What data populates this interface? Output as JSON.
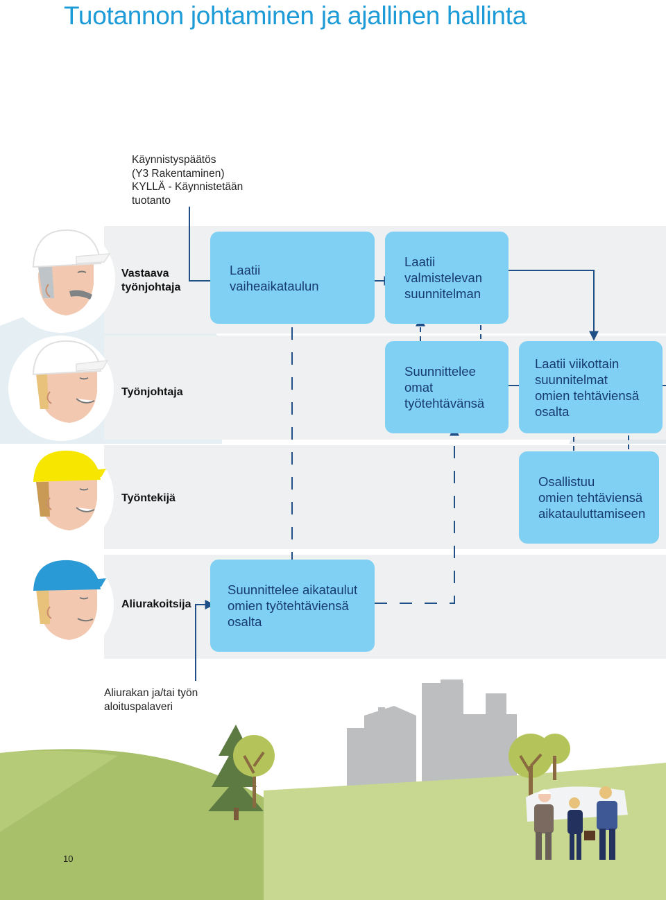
{
  "page": {
    "title": "Tuotannon johtaminen ja ajallinen hallinta",
    "page_number": "10"
  },
  "notes": {
    "start_decision": "Käynnistyspäätös\n(Y3 Rakentaminen)\nKYLLÄ - Käynnistetään\ntuotanto",
    "kickoff_meeting": "Aliurakan ja/tai työn\naloituspalaveri"
  },
  "roles": {
    "site_manager": "Vastaava\ntyönjohtaja",
    "foreman": "Työnjohtaja",
    "worker": "Työntekijä",
    "subcontractor": "Aliurakoitsija"
  },
  "tasks": {
    "phase_schedule": "Laatii\nvaiheaikataulun",
    "preparation_plan": "Laatii\nvalmistelevan\nsuunnitelman",
    "plan_own_tasks": "Suunnittelee\nomat\ntyötehtävänsä",
    "weekly_plans": "Laatii viikottain\nsuunnitelmat\nomien tehtäviensä\nosalta",
    "participate_scheduling": "Osallistuu\nomien tehtäviensä\naikatauluttamiseen",
    "sub_schedules": "Suunnittelee aikataulut\nomien työtehtäviensä\nosalta"
  },
  "colors": {
    "title": "#1d9bd6",
    "task_box": "#7fd0f3",
    "task_text": "#173a70",
    "arrow": "#1f4f86",
    "lane": "#eef0f1",
    "ground": "#a9c06a",
    "buildings": "#bcbec0"
  },
  "icons": {
    "site_manager": "worker-white-helmet-moustache-icon",
    "foreman": "worker-white-helmet-icon",
    "worker": "worker-yellow-helmet-icon",
    "subcontractor": "worker-blue-helmet-icon"
  }
}
